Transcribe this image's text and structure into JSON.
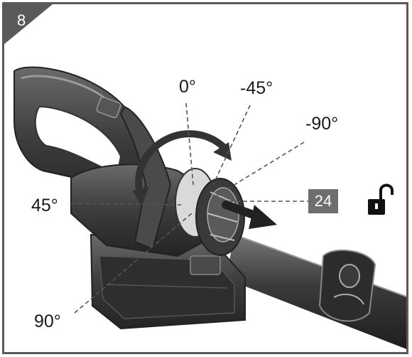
{
  "figure": {
    "number": "8",
    "callout": "24"
  },
  "angles": {
    "a0": "0°",
    "a_neg45": "-45°",
    "a_neg90": "-90°",
    "a45": "45°",
    "a90": "90°"
  },
  "icons": {
    "unlock": "unlock-icon",
    "rotate": "rotate-arrow-icon",
    "slide": "slide-arrow-icon"
  },
  "colors": {
    "tool_body": "#3c3c3c",
    "badge": "#6e6e6e",
    "border": "#5a5a5a"
  }
}
